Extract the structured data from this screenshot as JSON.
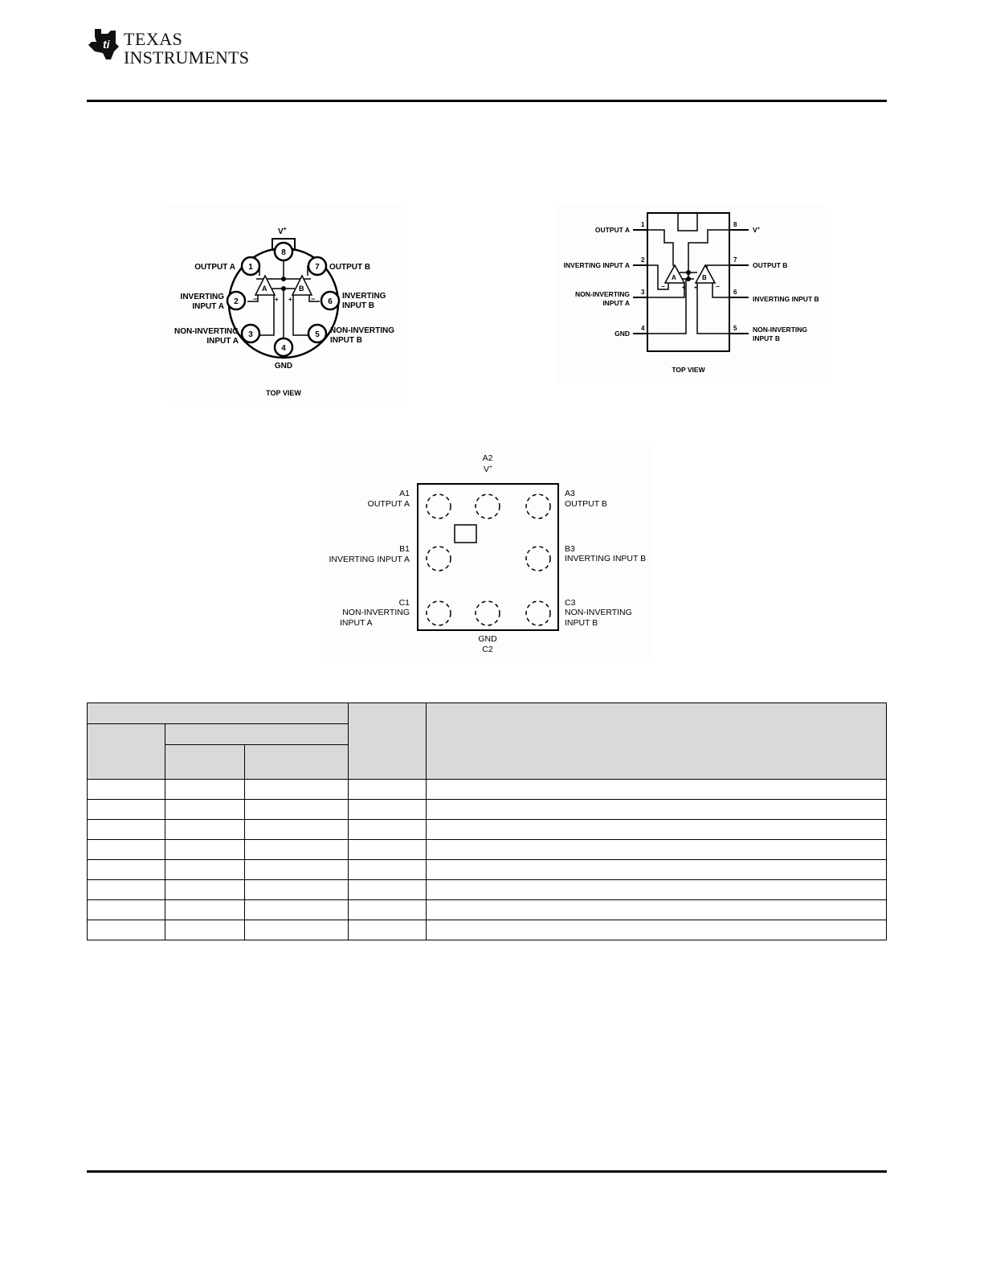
{
  "header": {
    "logo": {
      "line1": "Texas",
      "line2": "Instruments",
      "icon": "ti-logo-icon"
    }
  },
  "figures": {
    "to_package": {
      "view_label": "TOP VIEW",
      "supply_label": "V+",
      "gnd_label": "GND",
      "pins": [
        {
          "num": "1",
          "label": "OUTPUT A"
        },
        {
          "num": "2",
          "label_l1": "INVERTING",
          "label_l2": "INPUT A"
        },
        {
          "num": "3",
          "label_l1": "NON-INVERTING",
          "label_l2": "INPUT A"
        },
        {
          "num": "4",
          "label": "GND"
        },
        {
          "num": "5",
          "label_l1": "NON-INVERTING",
          "label_l2": "INPUT B"
        },
        {
          "num": "6",
          "label_l1": "INVERTING",
          "label_l2": "INPUT B"
        },
        {
          "num": "7",
          "label": "OUTPUT B"
        },
        {
          "num": "8",
          "label": "V+"
        }
      ],
      "amp_a": "A",
      "amp_b": "B",
      "minus": "−",
      "plus": "+"
    },
    "dip_package": {
      "view_label": "TOP VIEW",
      "pins": [
        {
          "num": "1",
          "label": "OUTPUT A"
        },
        {
          "num": "2",
          "label": "INVERTING INPUT A"
        },
        {
          "num": "3",
          "label_l1": "NON-INVERTING",
          "label_l2": "INPUT A"
        },
        {
          "num": "4",
          "label": "GND"
        },
        {
          "num": "5",
          "label_l1": "NON-INVERTING",
          "label_l2": "INPUT B"
        },
        {
          "num": "6",
          "label": "INVERTING INPUT B"
        },
        {
          "num": "7",
          "label": "OUTPUT B"
        },
        {
          "num": "8",
          "label": "V+"
        }
      ],
      "amp_a": "A",
      "amp_b": "B",
      "minus": "−",
      "plus": "+"
    },
    "dsbga_package": {
      "balls": [
        {
          "id": "A1",
          "label": "OUTPUT A"
        },
        {
          "id": "A2",
          "label": "V+"
        },
        {
          "id": "A3",
          "label": "OUTPUT B"
        },
        {
          "id": "B1",
          "label": "INVERTING INPUT A"
        },
        {
          "id": "B3",
          "label": "INVERTING INPUT B"
        },
        {
          "id": "C1",
          "label_l1": "NON-INVERTING",
          "label_l2": "INPUT A"
        },
        {
          "id": "C2",
          "label": "GND"
        },
        {
          "id": "C3",
          "label_l1": "NON-INVERTING",
          "label_l2": "INPUT B"
        }
      ]
    }
  },
  "pin_table": {
    "header": {
      "r1c1": "",
      "r2c1": "",
      "r2c2": "",
      "r3c2": "",
      "r3c3": "",
      "col_io": "",
      "col_desc": ""
    },
    "rows": [
      [
        "",
        "",
        "",
        "",
        ""
      ],
      [
        "",
        "",
        "",
        "",
        ""
      ],
      [
        "",
        "",
        "",
        "",
        ""
      ],
      [
        "",
        "",
        "",
        "",
        ""
      ],
      [
        "",
        "",
        "",
        "",
        ""
      ],
      [
        "",
        "",
        "",
        "",
        ""
      ],
      [
        "",
        "",
        "",
        "",
        ""
      ],
      [
        "",
        "",
        "",
        "",
        ""
      ]
    ]
  }
}
